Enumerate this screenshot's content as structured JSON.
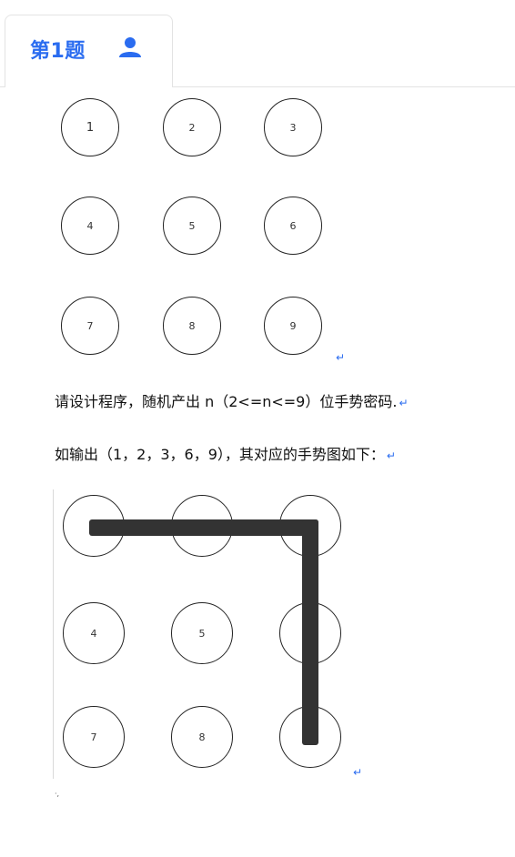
{
  "tab": {
    "title": "第1题"
  },
  "grid1": [
    "1",
    "2",
    "3",
    "4",
    "5",
    "6",
    "7",
    "8",
    "9"
  ],
  "paragraphs": {
    "p1": "请设计程序，随机产出 n（2<=n<=9）位手势密码.",
    "p2": "如输出（1，2，3，6，9），其对应的手势图如下："
  },
  "grid2_labels": {
    "4": "4",
    "5": "5",
    "7": "7",
    "8": "8"
  },
  "return_mark": "↵",
  "tiny_mark": "·,"
}
